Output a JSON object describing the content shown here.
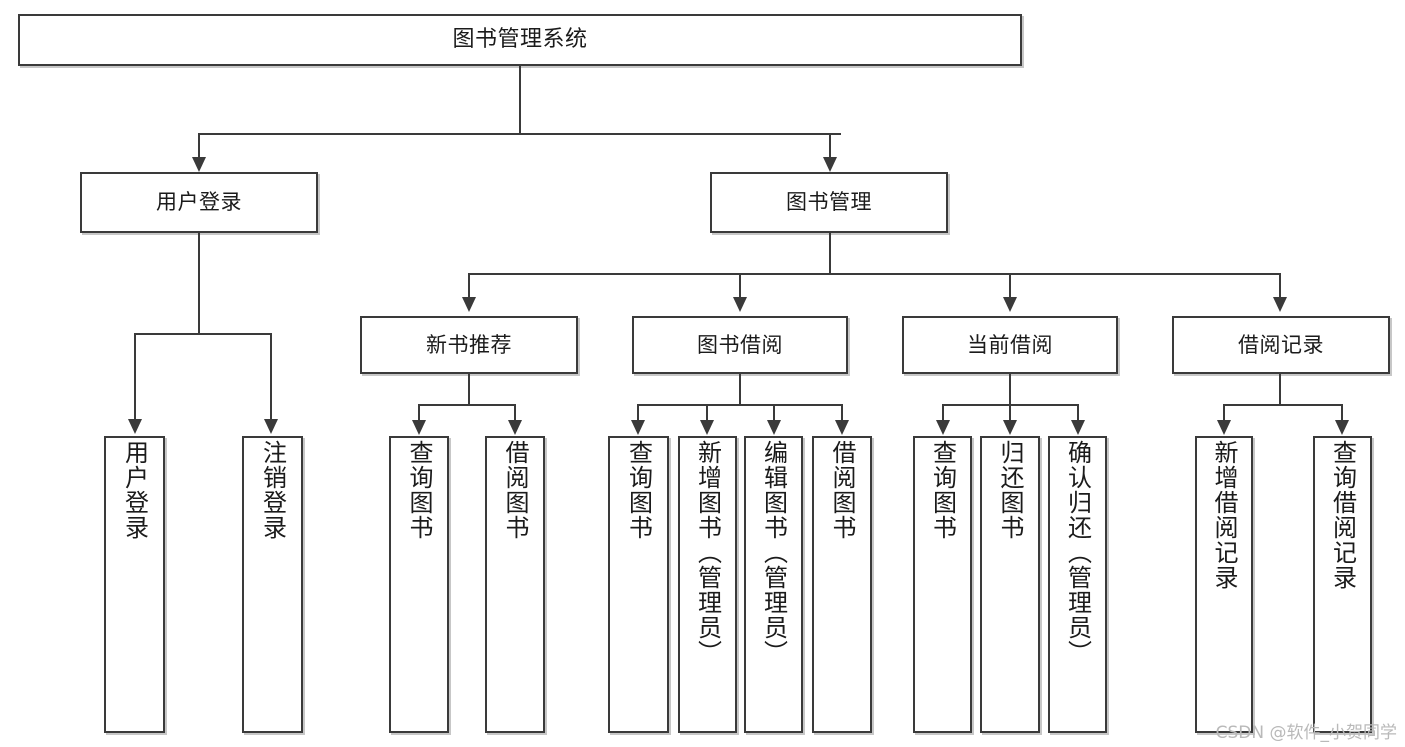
{
  "diagram": {
    "title": "图书管理系统",
    "type": "tree-hierarchy-chart",
    "root": {
      "label": "图书管理系统"
    },
    "level2": [
      {
        "label": "用户登录"
      },
      {
        "label": "图书管理"
      }
    ],
    "level3": [
      {
        "label": "新书推荐"
      },
      {
        "label": "图书借阅"
      },
      {
        "label": "当前借阅"
      },
      {
        "label": "借阅记录"
      }
    ],
    "leaves": {
      "user_login": [
        {
          "label": "用户登录"
        },
        {
          "label": "注销登录"
        }
      ],
      "new_book_recommend": [
        {
          "label": "查询图书"
        },
        {
          "label": "借阅图书"
        }
      ],
      "book_borrow": [
        {
          "label": "查询图书"
        },
        {
          "label": "新增图书（管理员）"
        },
        {
          "label": "编辑图书（管理员）"
        },
        {
          "label": "借阅图书"
        }
      ],
      "current_borrow": [
        {
          "label": "查询图书"
        },
        {
          "label": "归还图书"
        },
        {
          "label": "确认归还（管理员）"
        }
      ],
      "borrow_record": [
        {
          "label": "新增借阅记录"
        },
        {
          "label": "查询借阅记录"
        }
      ]
    },
    "watermark": "CSDN @软件_小贺同学",
    "colors": {
      "border": "#3a3a3a",
      "fill": "#ffffff",
      "text": "#1b1b1b",
      "watermark": "#b9b9b9",
      "background": "#ffffff"
    }
  }
}
